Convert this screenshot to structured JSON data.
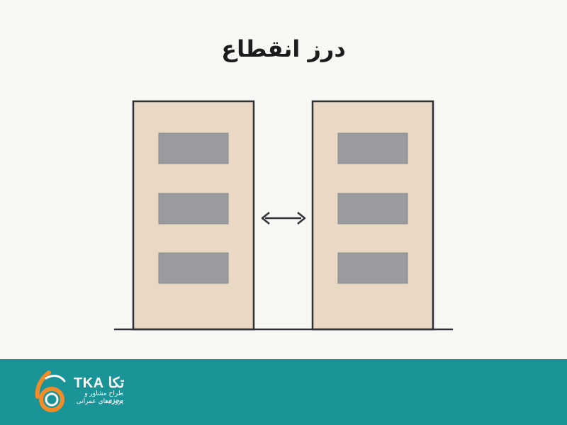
{
  "title": "درز انقطاع",
  "diagram": {
    "buildings": [
      {
        "name": "left-building",
        "windows": 3
      },
      {
        "name": "right-building",
        "windows": 3
      }
    ],
    "arrow": "double-headed",
    "colors": {
      "building_fill": "#e8d8c4",
      "outline": "#2f3136",
      "window": "#9a9b9e",
      "background": "#f7f7f3"
    }
  },
  "footer": {
    "color": "#1b9498",
    "logo_icon": "tka-logo-icon",
    "brand_latin": "TKA",
    "brand_persian": "تکا",
    "tagline_1": "طراح مشاور و مجری",
    "tagline_2": "پروژه‌های عمرانی"
  }
}
